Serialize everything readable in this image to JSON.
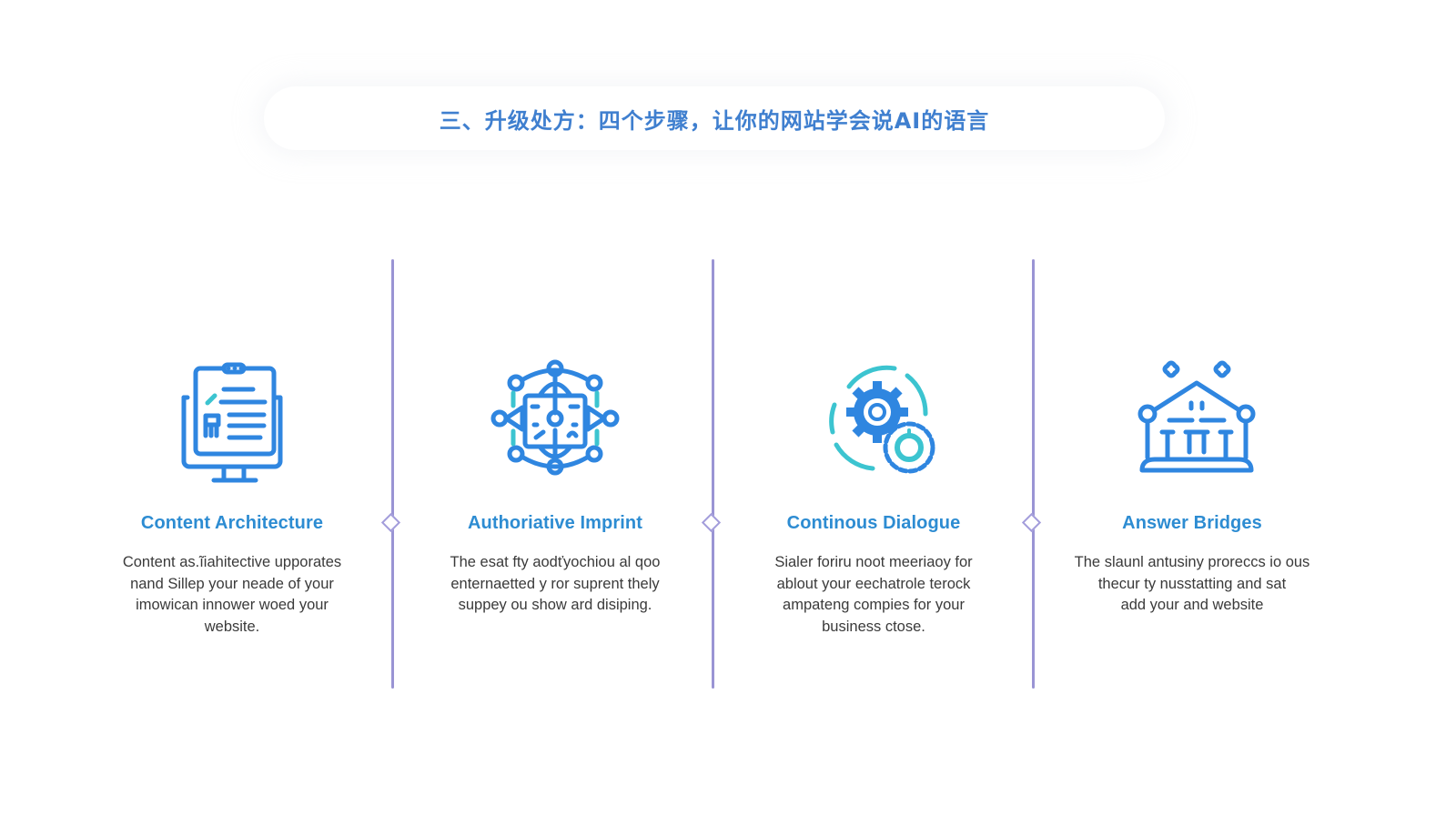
{
  "slide": {
    "title": "三、升级处方：四个步骤，让你的网站学会说AI的语言"
  },
  "colors": {
    "title": "#3f7fcf",
    "heading": "#2d8cd2",
    "icon_primary": "#2f86e0",
    "icon_accent": "#3cc4d0",
    "divider": "#9a94d4",
    "body_text": "#3a3a3a"
  },
  "steps": [
    {
      "icon": "monitor-document-icon",
      "title": "Content Architecture",
      "lines": [
        "Content as.ĩiahitective upporates",
        "nand Sillep your neade of your",
        "imowican innower woed your",
        "website."
      ]
    },
    {
      "icon": "network-globe-icon",
      "title": "Authoriative Imprint",
      "lines": [
        "The esat fty aodťyochiou al qoo",
        "enternaetted y ror suprent thely",
        "suppey ou show ard disiping."
      ]
    },
    {
      "icon": "gears-cycle-icon",
      "title": "Continous Dialogue",
      "lines": [
        "Sialer foriru noot meeriaoy for",
        "ablout your eechatrole terock",
        "ampateng compies for your",
        "business ctose."
      ]
    },
    {
      "icon": "building-bridge-icon",
      "title": "Answer Bridges",
      "lines": [
        "The slaunl antusiny proreccs io ous",
        "thecur ty nusstatting and sat",
        "add your and website"
      ]
    }
  ]
}
